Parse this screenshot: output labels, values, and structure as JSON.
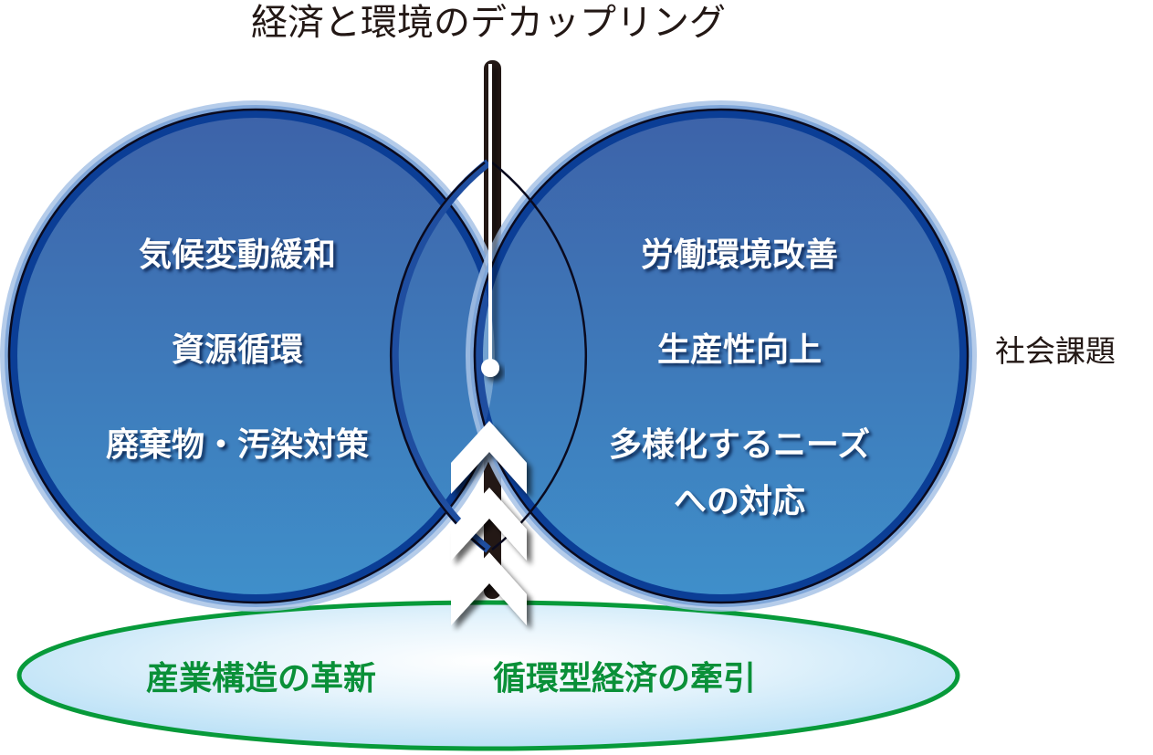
{
  "diagram": {
    "title": "経済と環境のデカップリング",
    "side_label": "社会課題",
    "left_circle": {
      "items": [
        {
          "label": "気候変動緩和"
        },
        {
          "label": "資源循環"
        },
        {
          "label": "廃棄物・汚染対策"
        }
      ]
    },
    "right_circle": {
      "items": [
        {
          "label": "労働環境改善"
        },
        {
          "label": "生産性向上"
        },
        {
          "label": "多様化するニーズ"
        },
        {
          "label": "への対応"
        }
      ]
    },
    "foundation": {
      "left_label": "産業構造の革新",
      "right_label": "循環型経済の牽引"
    },
    "icons": {
      "pin": "pin-icon",
      "chevrons": "chevron-up-icon"
    },
    "colors": {
      "circle_fill_top": "#3f6aae",
      "circle_fill_bottom": "#3f8ac6",
      "circle_ring": "#0b3e96",
      "circle_glow": "#8cb0de",
      "intersection_fill": "#74a3d1",
      "ellipse_fill": "#bde3f7",
      "ellipse_stroke": "#079a3a",
      "foundation_text": "#0a9038",
      "title_text": "#231815"
    }
  }
}
